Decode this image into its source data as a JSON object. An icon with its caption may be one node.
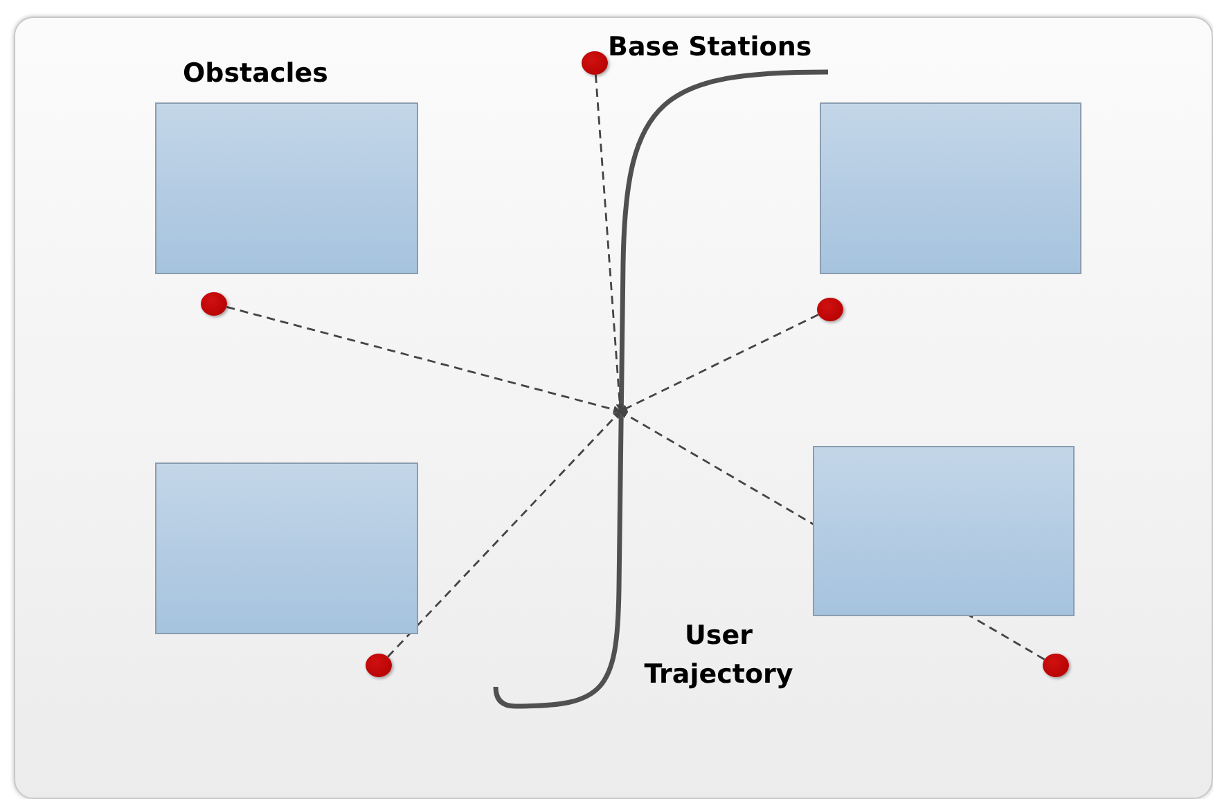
{
  "diagram": {
    "nodes": [
      {
        "text": [],
        "shape": "box"
      },
      {
        "text": [],
        "shape": "box"
      },
      {
        "text": [],
        "shape": "box"
      },
      {
        "text": [],
        "shape": "box"
      },
      {
        "text": [],
        "shape": "circle"
      },
      {
        "text": [],
        "shape": "circle"
      },
      {
        "text": [],
        "shape": "circle"
      },
      {
        "text": [],
        "shape": "circle"
      },
      {
        "text": [],
        "shape": "circle"
      }
    ],
    "edges": [
      {
        "from": 4,
        "to": null,
        "arrow": "to",
        "style": "dashed"
      },
      {
        "from": 5,
        "to": null,
        "arrow": "to",
        "style": "dashed"
      },
      {
        "from": 6,
        "to": null,
        "arrow": "to",
        "style": "dashed"
      },
      {
        "from": 7,
        "to": null,
        "arrow": "to",
        "style": "dashed"
      },
      {
        "from": 8,
        "to": null,
        "arrow": "to",
        "style": "dashed"
      }
    ],
    "labels": [
      "Obstacles",
      "Base Stations",
      "User Trajectory"
    ]
  }
}
